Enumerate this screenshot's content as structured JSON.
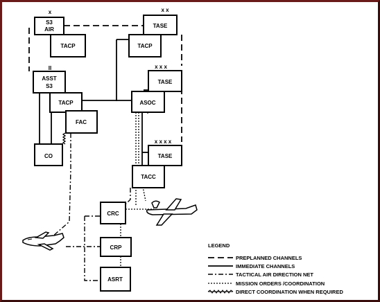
{
  "nodes": {
    "s3_air": {
      "line1": "S3",
      "line2": "AIR",
      "echelon": "x"
    },
    "tacp_top": {
      "label": "TACP"
    },
    "tase_top": {
      "label": "TASE",
      "echelon": "x x"
    },
    "tacp_top_right": {
      "label": "TACP"
    },
    "asst_s3": {
      "line1": "ASST",
      "line2": "S3",
      "echelon": "II"
    },
    "tacp_mid": {
      "label": "TACP"
    },
    "fac": {
      "label": "FAC"
    },
    "co": {
      "label": "CO"
    },
    "tase_mid": {
      "label": "TASE",
      "echelon": "x x x"
    },
    "asoc": {
      "label": "ASOC"
    },
    "tase_low": {
      "label": "TASE",
      "echelon": "x x x x"
    },
    "tacc": {
      "label": "TACC"
    },
    "crc": {
      "label": "CRC"
    },
    "crp": {
      "label": "CRP"
    },
    "asrt": {
      "label": "ASRT"
    }
  },
  "legend": {
    "title": "LEGEND",
    "items": [
      {
        "style": "dashed",
        "label": "PREPLANNED CHANNELS"
      },
      {
        "style": "solid",
        "label": "IMMEDIATE CHANNELS"
      },
      {
        "style": "dash-dot",
        "label": "TACTICAL AIR DIRECTION NET"
      },
      {
        "style": "dotted",
        "label": "MISSION ORDERS /COORDINATION"
      },
      {
        "style": "wavy",
        "label": "DIRECT COORDINATION WHEN REQUIRED"
      }
    ]
  }
}
